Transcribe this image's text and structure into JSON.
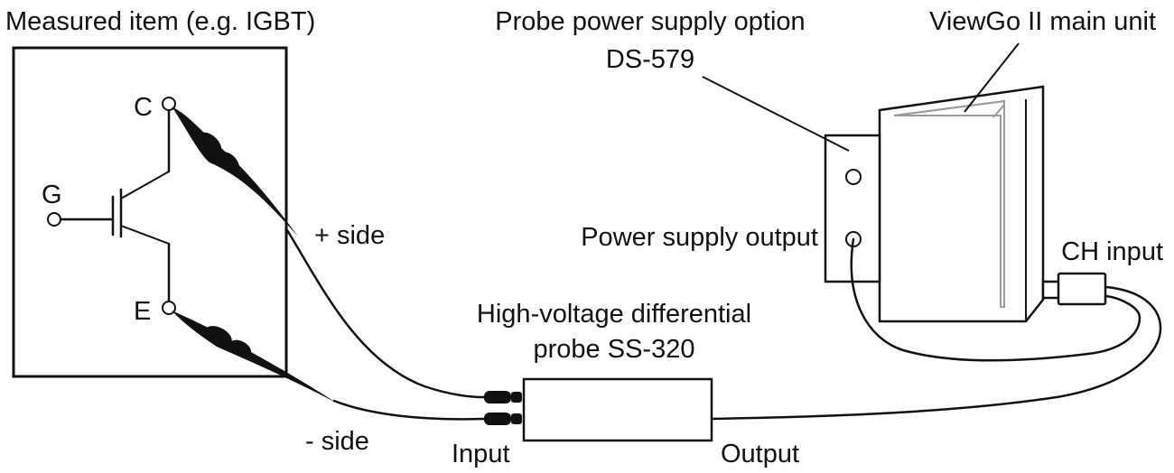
{
  "labels": {
    "measured_item": "Measured item (e.g. IGBT)",
    "probe_power_option_line1": "Probe power supply option",
    "probe_power_option_line2": "DS-579",
    "main_unit": "ViewGo II main unit",
    "terminal_c": "C",
    "terminal_g": "G",
    "terminal_e": "E",
    "plus_side": "+ side",
    "minus_side": "- side",
    "power_supply_output": "Power supply output",
    "ch_input": "CH input",
    "hv_probe_line1": "High-voltage differential",
    "hv_probe_line2": "probe SS-320",
    "input": "Input",
    "output": "Output"
  },
  "colors": {
    "line": "#111111",
    "background": "#ffffff",
    "screen": "#9a9a9a"
  }
}
